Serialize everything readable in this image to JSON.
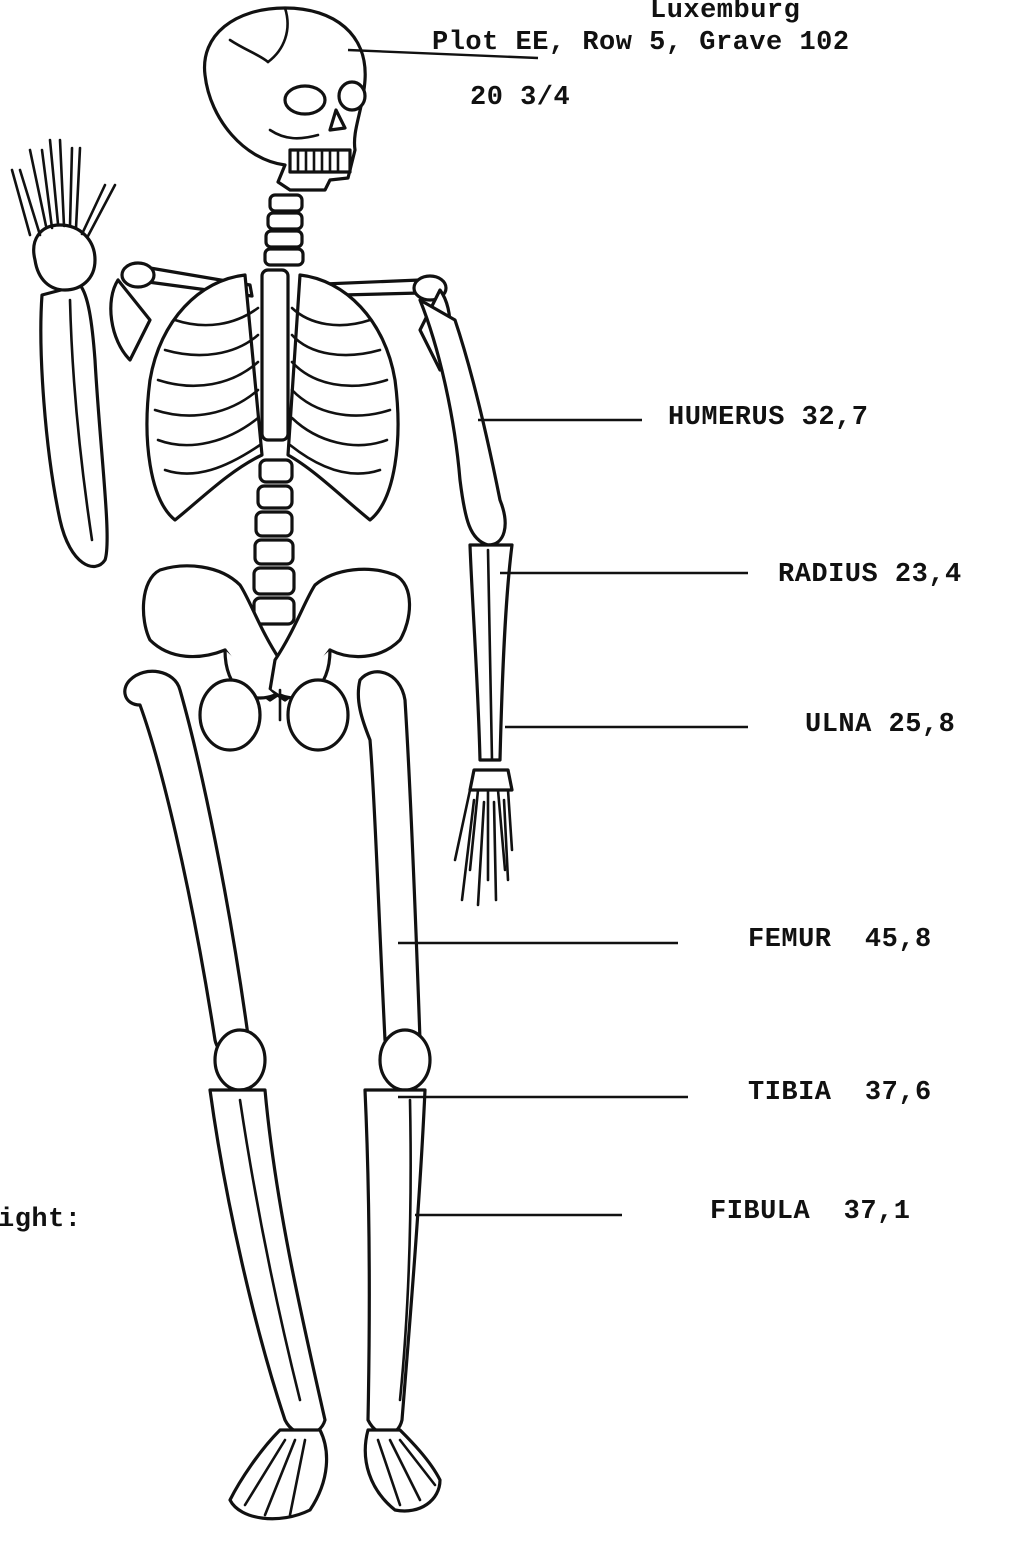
{
  "header": {
    "location": "Luxemburg",
    "plot": "Plot EE, Row 5, Grave 102",
    "skull_measure": "20 3/4"
  },
  "side_label": "ight:",
  "bones": [
    {
      "key": "humerus",
      "label": "HUMERUS 32,7"
    },
    {
      "key": "radius",
      "label": "RADIUS 23,4"
    },
    {
      "key": "ulna",
      "label": "ULNA 25,8"
    },
    {
      "key": "femur",
      "label": "FEMUR  45,8"
    },
    {
      "key": "tibia",
      "label": "TIBIA  37,6"
    },
    {
      "key": "fibula",
      "label": "FIBULA  37,1"
    }
  ],
  "colors": {
    "ink": "#111111",
    "paper": "#ffffff"
  }
}
